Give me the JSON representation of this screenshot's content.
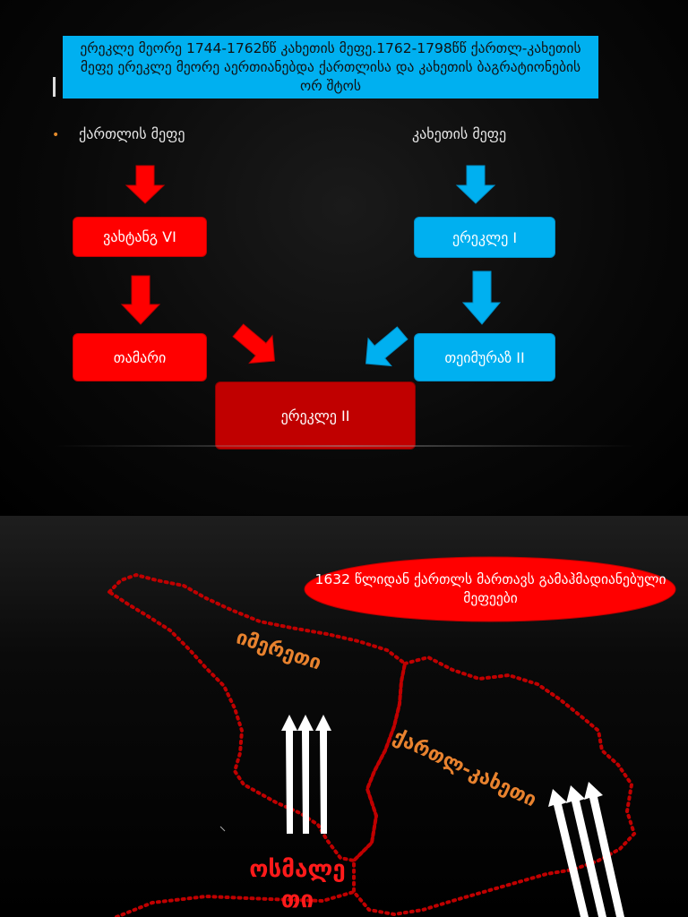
{
  "slide1": {
    "banner_text": "ერეკლე მეორე 1744-1762წწ კახეთის მეფე.1762-1798წწ ქართლ-კახეთის მეფე ერეკლე მეორე აერთიანებდა ქართლისა და კახეთის ბაგრატიონების ორ შტოს",
    "bullet": "•",
    "left_heading": "ქართლის მეფე",
    "right_heading": "კახეთის მეფე",
    "boxes": {
      "vakhtang": "ვახტანგ VI",
      "tamari": "თამარი",
      "erekle1": "ერეკლე  I",
      "teimuraz": "თეიმურაზ II",
      "erekle2": "ერეკლე II"
    },
    "colors": {
      "red": "#ff0000",
      "blue": "#00b0f0",
      "dark_red": "#c00000",
      "bullet": "#e38a2b"
    }
  },
  "slide2": {
    "ellipse_text": "1632  წლიდან ქართლს მართავს გამაჰმადიანებული მეფეები",
    "region_imereti": "იმერეთი",
    "region_kartli": "ქართლ-კახეთი",
    "ottoman_line1": "ოსმალე",
    "ottoman_line2": "თი",
    "colors": {
      "border": "#c00000",
      "region_text": "#e8822e",
      "ottoman_text": "#ff1a1a",
      "ellipse": "#ff0000"
    }
  }
}
